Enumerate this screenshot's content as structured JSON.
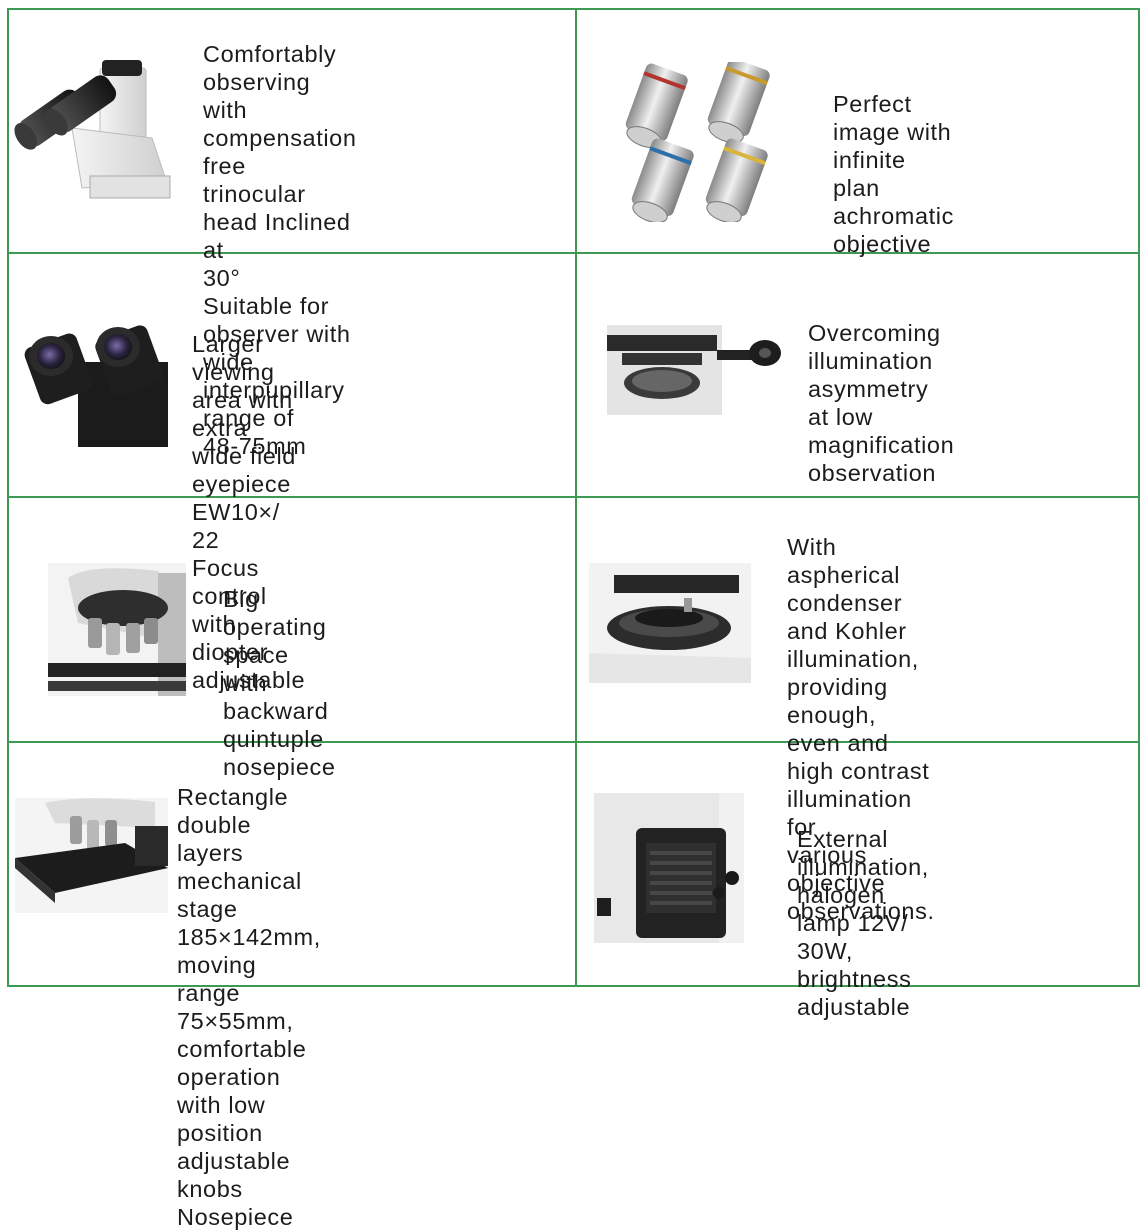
{
  "features": [
    {
      "id": "trinocular-head",
      "image": "trinocular-head-photo",
      "text": "Comfortably observing with\ncompensation free\ntrinocular head Inclined at\n30°\nSuitable for observer with\nwide interpupillary range of\n48-75mm"
    },
    {
      "id": "plan-objective",
      "image": "objective-lenses-photo",
      "text": "Perfect image with\ninfinite plan\nachromatic objective"
    },
    {
      "id": "eyepiece",
      "image": "eyepieces-photo",
      "text": "Larger viewing area with extra\nwide field eyepiece EW10×/ 22\nFocus control with diopter\nadjustable"
    },
    {
      "id": "illumination-asymmetry",
      "image": "condenser-knob-photo",
      "text": "Overcoming illumination\nasymmetry at low\nmagnification observation"
    },
    {
      "id": "nosepiece",
      "image": "quintuple-nosepiece-photo",
      "text": "Big operating space with\nbackward quintuple\nnosepiece"
    },
    {
      "id": "kohler-condenser",
      "image": "aspherical-condenser-photo",
      "text": "With aspherical condenser\nand Kohler illumination,\nproviding enough, even and\nhigh contrast illumination for\nvarious objective\nobservations."
    },
    {
      "id": "mechanical-stage",
      "image": "mechanical-stage-photo",
      "text": "Rectangle double layers\nmechanical stage 185×142mm,\nmoving range 75×55mm,\ncomfortable operation with low\nposition adjustable knobs\nNosepiece"
    },
    {
      "id": "halogen-lamp",
      "image": "halogen-lamphouse-photo",
      "text": "External illumination,\nhalogen lamp 12V/ 30W,\nbrightness adjustable"
    }
  ],
  "colors": {
    "border": "#3c9a52",
    "text": "#1c1c1c",
    "background": "#ffffff"
  }
}
